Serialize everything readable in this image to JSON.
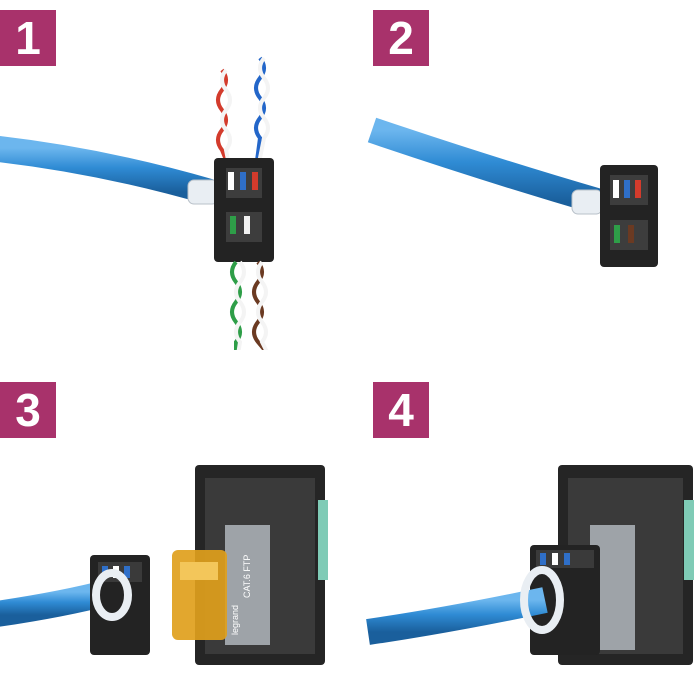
{
  "steps": [
    {
      "number": "1",
      "icon": "cable-with-untwisted-wires-in-connector"
    },
    {
      "number": "2",
      "icon": "cable-terminated-in-connector"
    },
    {
      "number": "3",
      "icon": "connector-approaching-wall-socket"
    },
    {
      "number": "4",
      "icon": "connector-inserted-into-wall-socket"
    }
  ],
  "socket_text": {
    "brand": "legrand",
    "category": "CAT.6 FTP"
  },
  "colors": {
    "badge": "#a8326b",
    "cable": "#2f8bd4",
    "housing": "#232323",
    "clip": "#e9eef3",
    "shutter": "#e0a01c"
  }
}
